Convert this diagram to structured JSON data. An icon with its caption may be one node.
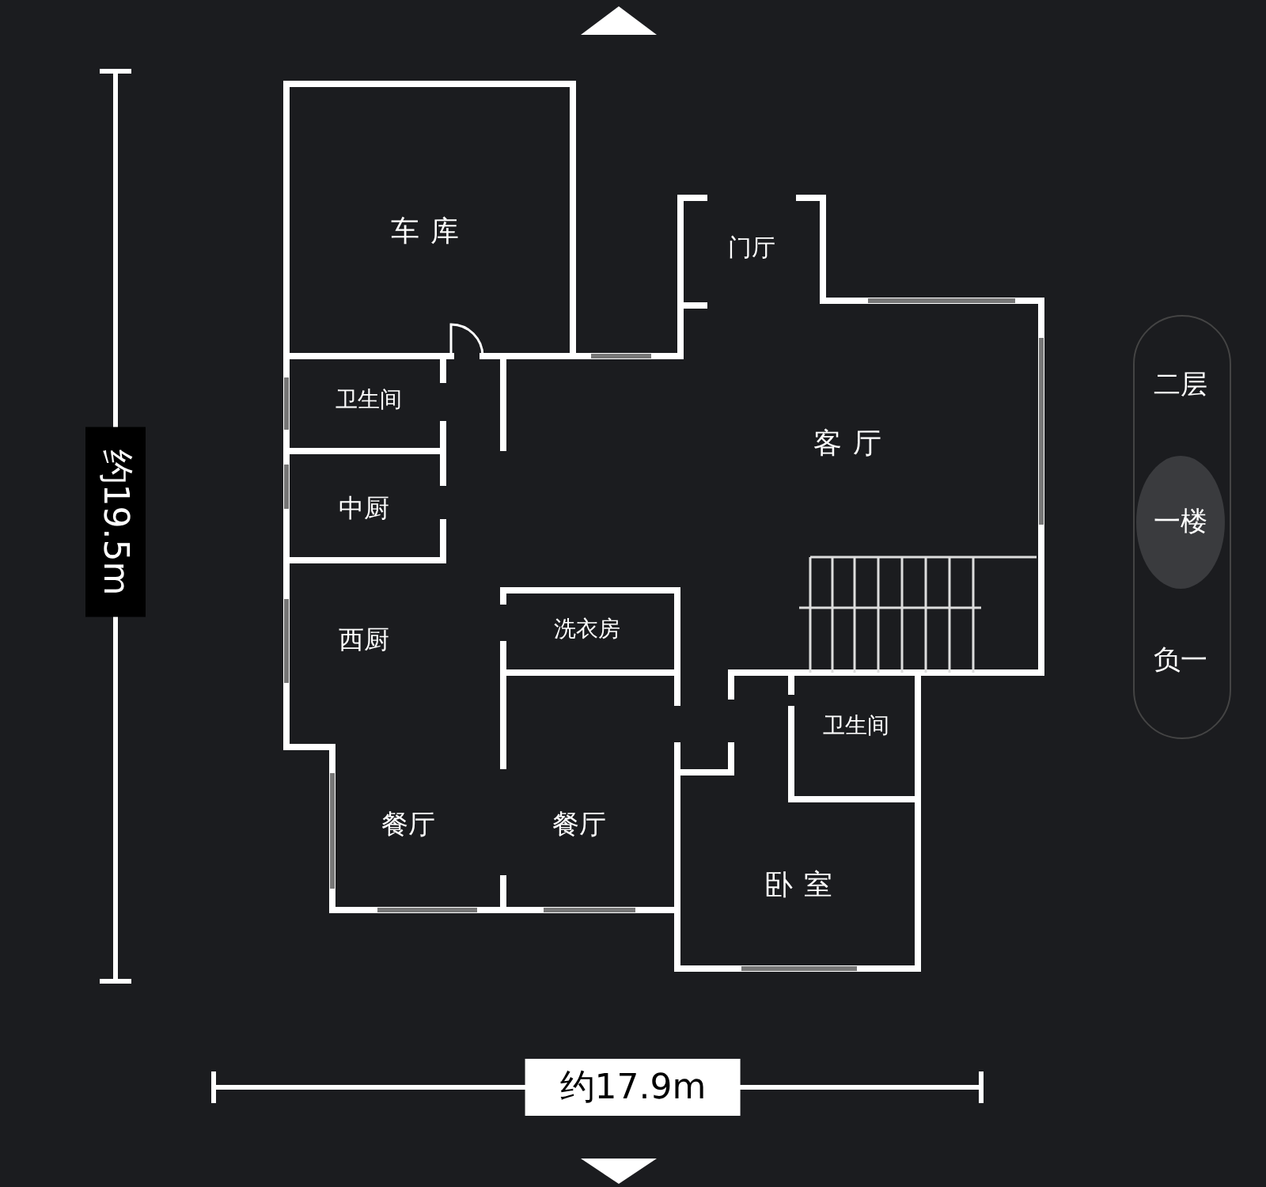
{
  "diagram": {
    "labels": [
      "车库",
      "门厅",
      "卫生间",
      "客厅",
      "中厨",
      "西厨",
      "洗衣房",
      "卫生间",
      "餐厅",
      "餐厅",
      "卧室",
      "约19.5m",
      "约17.9m",
      "二层",
      "一楼",
      "负一"
    ]
  }
}
